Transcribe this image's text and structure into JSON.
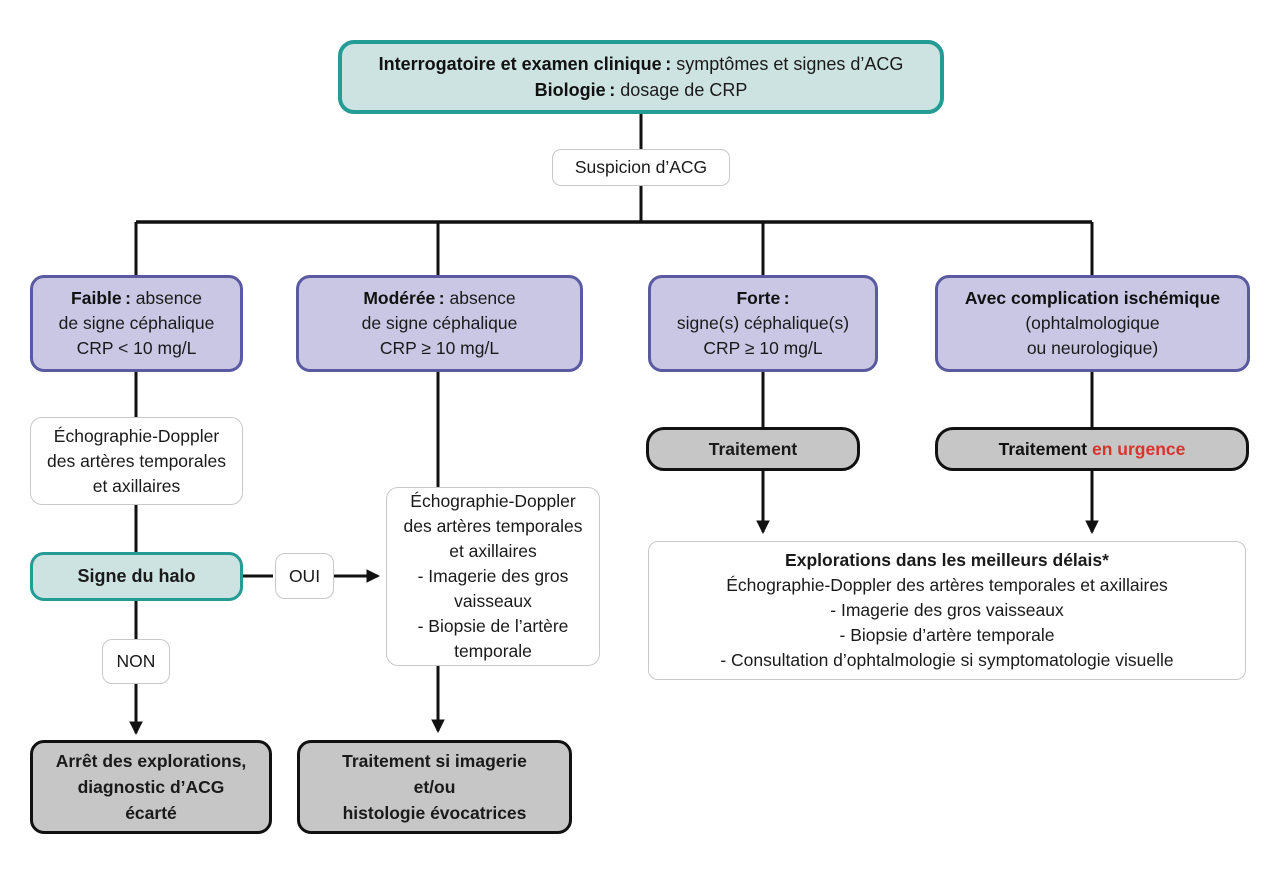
{
  "colors": {
    "teal_border": "#259b95",
    "teal_fill": "#cde3e2",
    "purple_border": "#5a5aa1",
    "purple_fill": "#c9c7e4",
    "gray_fill": "#c6c6c6",
    "red": "#d7342c",
    "line": "#111111"
  },
  "top": {
    "line1_bold": "Interrogatoire et examen clinique :",
    "line1_rest": " symptômes et signes d’ACG",
    "line2_bold": "Biologie :",
    "line2_rest": " dosage de CRP"
  },
  "suspicion": {
    "label": "Suspicion d’ACG"
  },
  "levels": {
    "faible": {
      "bold": "Faible :",
      "rest": " absence",
      "line2": "de signe céphalique",
      "line3": "CRP < 10 mg/L"
    },
    "moderee": {
      "bold": "Modérée :",
      "rest": " absence",
      "line2": "de signe céphalique",
      "line3": "CRP ≥ 10 mg/L"
    },
    "forte": {
      "bold": "Forte :",
      "line2": "signe(s) céphalique(s)",
      "line3": "CRP ≥ 10 mg/L"
    },
    "ischemique": {
      "bold": "Avec complication ischémique",
      "line2": "(ophtalmologique",
      "line3": "ou neurologique)"
    }
  },
  "echo1": {
    "line1": "Échographie-Doppler",
    "line2": "des artères temporales",
    "line3": "et axillaires"
  },
  "halo": {
    "label": "Signe du halo"
  },
  "oui": {
    "label": "OUI"
  },
  "non": {
    "label": "NON"
  },
  "echo2": {
    "line1": "Échographie-Doppler",
    "line2": "des artères temporales",
    "line3": "et axillaires",
    "line4": "- Imagerie des gros",
    "line5": "vaisseaux",
    "line6": "- Biopsie de l’artère",
    "line7": "temporale"
  },
  "arret": {
    "line1": "Arrêt des explorations,",
    "line2": "diagnostic d’ACG",
    "line3": "écarté"
  },
  "traitement_si": {
    "line1": "Traitement si imagerie",
    "line2": "et/ou",
    "line3": "histologie évocatrices"
  },
  "traitement": {
    "label": "Traitement"
  },
  "traitement_urgence": {
    "bold": "Traitement",
    "red": " en urgence"
  },
  "explorations": {
    "title": "Explorations dans les meilleurs délais*",
    "line2": "Échographie-Doppler des artères temporales et axillaires",
    "line3": "- Imagerie des gros vaisseaux",
    "line4": "- Biopsie d’artère temporale",
    "line5": "- Consultation d’ophtalmologie si symptomatologie visuelle"
  }
}
